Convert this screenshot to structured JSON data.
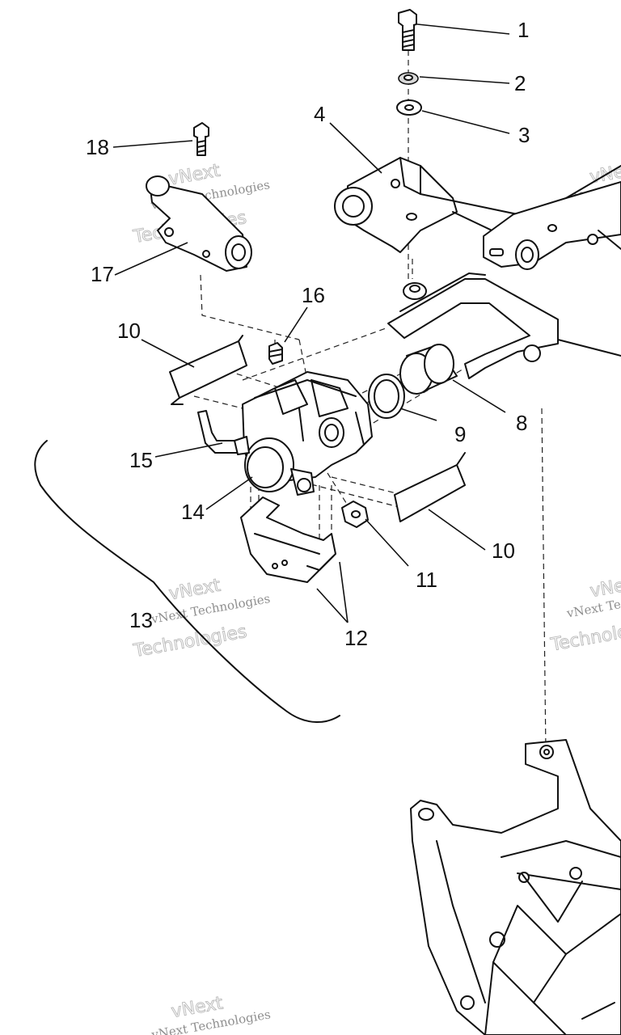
{
  "callouts": {
    "c1": "1",
    "c2": "2",
    "c3": "3",
    "c4": "4",
    "c8": "8",
    "c9": "9",
    "c10a": "10",
    "c10b": "10",
    "c11": "11",
    "c12": "12",
    "c13": "13",
    "c14": "14",
    "c15": "15",
    "c16": "16",
    "c17": "17",
    "c18": "18"
  },
  "watermark": {
    "brand": "vNext",
    "line1": "vNext Technologies",
    "line2": "Technologies"
  }
}
